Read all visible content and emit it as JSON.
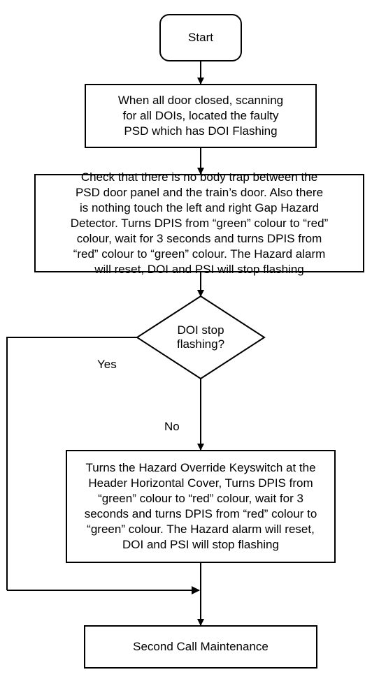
{
  "flowchart": {
    "start": "Start",
    "step_scan": "When all door closed, scanning\nfor all DOIs, located the faulty\nPSD which has DOI Flashing",
    "step_check": "Check that there is no body trap between the\nPSD door panel and the train’s door. Also there\nis nothing touch the left and right Gap Hazard\nDetector. Turns DPIS from “green” colour to “red”\ncolour, wait for 3 seconds and turns DPIS from\n“red” colour to “green” colour. The Hazard alarm\nwill reset, DOI and PSI will stop flashing",
    "decision": "DOI stop\nflashing?",
    "yes_label": "Yes",
    "no_label": "No",
    "step_override": "Turns the Hazard Override Keyswitch at the\nHeader Horizontal Cover, Turns DPIS from\n“green” colour to “red” colour, wait for 3\nseconds and turns DPIS from “red” colour to\n“green” colour. The Hazard alarm will reset,\nDOI and PSI will stop flashing",
    "end": "Second Call Maintenance"
  },
  "colors": {
    "line": "#000000",
    "background": "#ffffff",
    "text": "#000000"
  }
}
